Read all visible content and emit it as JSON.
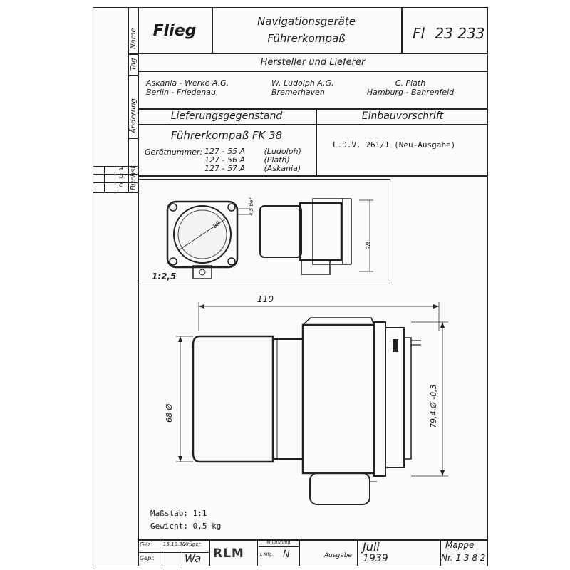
{
  "sidebar": {
    "labels": [
      "Name",
      "Tag",
      "Änderung",
      "Buchst."
    ],
    "rows": [
      "a",
      "b",
      "c"
    ]
  },
  "header": {
    "category": "Flieg",
    "group": "Navigationsgeräte",
    "device": "Führerkompaß",
    "doc_number_prefix": "Fl",
    "doc_number": "23 233"
  },
  "manufacturers": {
    "heading": "Hersteller und Lieferer",
    "items": [
      {
        "name": "Askania - Werke A.G.",
        "place": "Berlin - Friedenau"
      },
      {
        "name": "W. Ludolph A.G.",
        "place": "Bremerhaven"
      },
      {
        "name": "C. Plath",
        "place": "Hamburg - Bahrenfeld"
      }
    ]
  },
  "delivery": {
    "heading": "Lieferungsgegenstand",
    "item": "Führerkompaß FK 38",
    "number_label": "Gerätnummer:",
    "numbers": [
      {
        "number": "127 - 55 A",
        "maker": "(Ludolph)"
      },
      {
        "number": "127 - 56 A",
        "maker": "(Plath)"
      },
      {
        "number": "127 - 57 A",
        "maker": "(Askania)"
      }
    ]
  },
  "installation": {
    "heading": "Einbauvorschrift",
    "spec": "L.D.V. 261/1 (Neu-Ausgabe)"
  },
  "small_drawing": {
    "scale": "1:2,5",
    "dim_height": "98",
    "dim_hole": "4,5 tief",
    "dim_circle": "88"
  },
  "large_drawing": {
    "dim_length": "110",
    "dim_diameter_left": "68 Ø",
    "dim_diameter_right": "79,4 Ø -0,3"
  },
  "notes": {
    "scale_label": "Maßstab:",
    "scale_value": "1:1",
    "weight_label": "Gewicht:",
    "weight_value": "0,5 kg"
  },
  "footer": {
    "gez_label": "Gez.",
    "gez_date": "15.10.38",
    "gez_name": "Krüger",
    "gepr_label": "Gepr.",
    "gepr_sign": "Wa",
    "authority": "RLM",
    "check_label": "Mitprüfung",
    "check_sign_1": "L.Mfg.",
    "check_sign_2": "N",
    "issue_label": "Ausgabe",
    "issue_month": "Juli",
    "issue_year": "1939",
    "folder_label": "Mappe",
    "folder_number": "Nr. 1 3 8 2"
  }
}
